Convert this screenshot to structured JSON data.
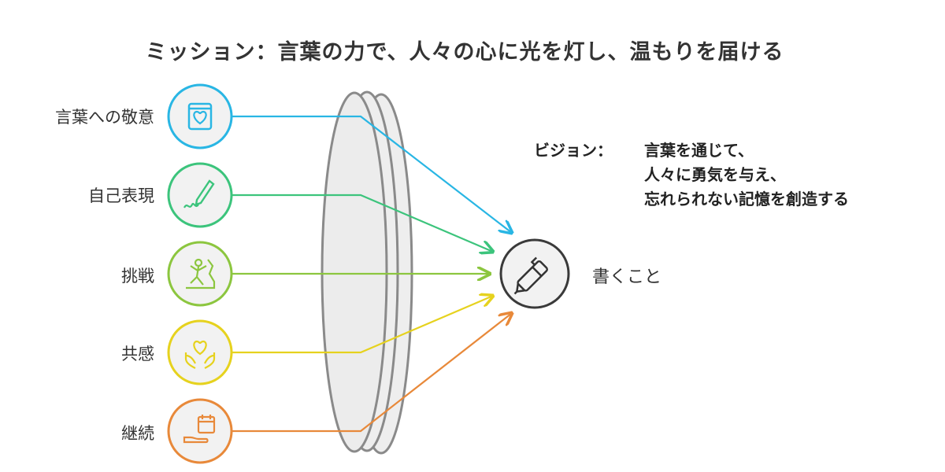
{
  "mission": {
    "title": "ミッション：言葉の力で、人々の心に光を灯し、温もりを届ける"
  },
  "values": [
    {
      "label": "言葉への敬意",
      "color": "#29b6e4",
      "icon": "heart-book-icon"
    },
    {
      "label": "自己表現",
      "color": "#3cc47c",
      "icon": "pen-signature-icon"
    },
    {
      "label": "挑戦",
      "color": "#8cc63f",
      "icon": "climber-icon"
    },
    {
      "label": "共感",
      "color": "#e6d21e",
      "icon": "heart-hands-icon"
    },
    {
      "label": "継続",
      "color": "#e8893a",
      "icon": "calendar-hand-icon"
    }
  ],
  "vision": {
    "prefix": "ビジョン：",
    "lines": [
      "言葉を通じて、",
      "人々に勇気を与え、",
      "忘れられない記憶を創造する"
    ]
  },
  "center": {
    "label": "書くこと",
    "icon": "pen-icon"
  }
}
